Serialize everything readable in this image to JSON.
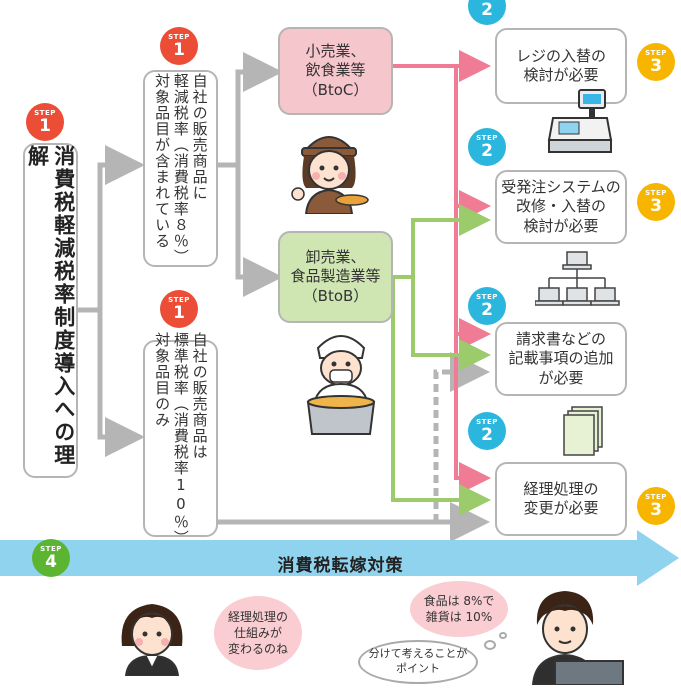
{
  "steps": {
    "one": "1",
    "two": "2",
    "three": "3",
    "four": "4",
    "label": "STEP"
  },
  "left_box": {
    "text": "消費税軽減税率制度導入への理解"
  },
  "mid_top": {
    "lines": [
      "自社の販売商品に",
      "軽減税率（消費税率８％）",
      "対象品目が含まれている"
    ]
  },
  "mid_bottom": {
    "lines": [
      "自社の販売商品は",
      "標準税率（消費税率10％）",
      "対象品目のみ"
    ]
  },
  "btoc": {
    "lines": [
      "小売業、",
      "飲食業等",
      "（BtoC）"
    ]
  },
  "btob": {
    "lines": [
      "卸売業、",
      "食品製造業等",
      "（BtoB）"
    ]
  },
  "right": [
    {
      "lines": [
        "レジの入替の",
        "検討が必要"
      ]
    },
    {
      "lines": [
        "受発注システムの",
        "改修・入替の",
        "検討が必要"
      ]
    },
    {
      "lines": [
        "請求書などの",
        "記載事項の追加",
        "が必要"
      ]
    },
    {
      "lines": [
        "経理処理の",
        "変更が必要"
      ]
    }
  ],
  "banner": {
    "text": "消費税転嫁対策"
  },
  "bubbles": {
    "woman": [
      "経理処理の",
      "仕組みが",
      "変わるのね"
    ],
    "man": [
      "食品は 8%で",
      "雑貨は 10%"
    ],
    "thought": [
      "分けて考えることが",
      "ポイント"
    ]
  },
  "colors": {
    "gray": "#b5b5b5",
    "pink": "#ef7b95",
    "green": "#9bcb6b",
    "blue": "#8fd3ef"
  },
  "icons": [
    "cash-register-icon",
    "network-computers-icon",
    "documents-icon",
    "chef-illustration",
    "cook-illustration",
    "businesswoman-illustration",
    "businessman-illustration"
  ]
}
